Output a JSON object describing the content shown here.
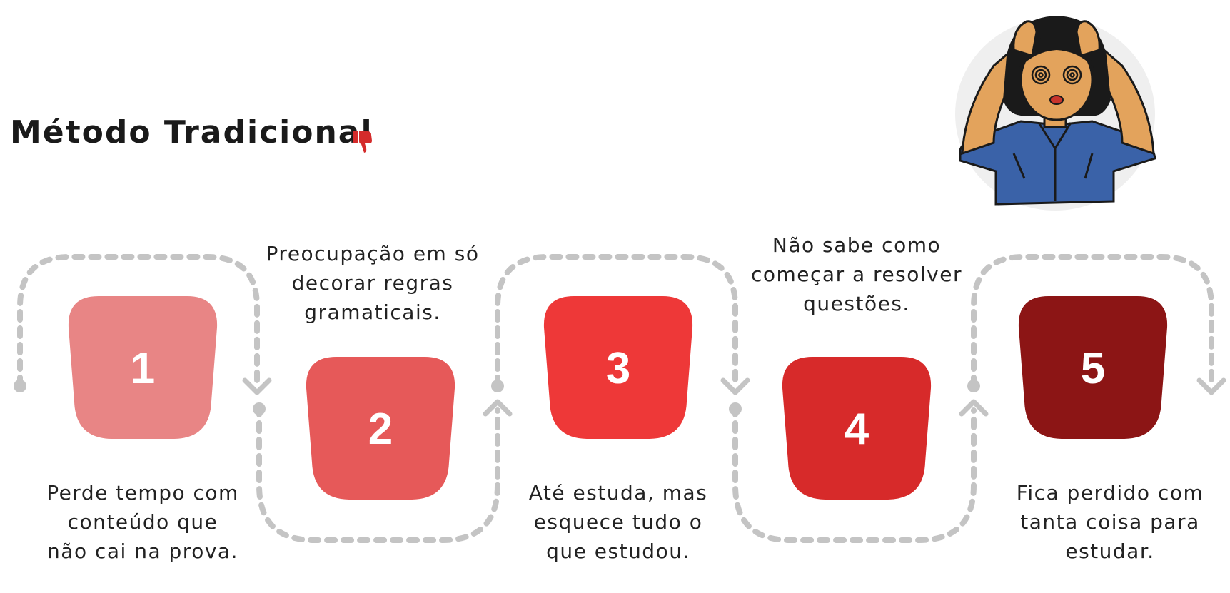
{
  "title": "Método Tradicional",
  "title_icon": "thumbs-down-icon",
  "illustration": "stressed-person-illustration",
  "colors": {
    "text": "#1a1a1a",
    "path": "#c4c4c4",
    "thumb": "#d42b2b",
    "step1": "#e88585",
    "step2": "#e65959",
    "step3": "#ee3838",
    "step4": "#d72a2a",
    "step5": "#8c1515"
  },
  "steps": [
    {
      "number": "1",
      "lines": [
        "Perde tempo com",
        "conteúdo que",
        "não cai na prova."
      ]
    },
    {
      "number": "2",
      "lines": [
        "Preocupação em só",
        "decorar regras",
        "gramaticais."
      ]
    },
    {
      "number": "3",
      "lines": [
        "Até estuda, mas",
        "esquece tudo o",
        "que estudou."
      ]
    },
    {
      "number": "4",
      "lines": [
        "Não sabe como",
        "começar a resolver",
        "questões."
      ]
    },
    {
      "number": "5",
      "lines": [
        "Fica perdido com",
        "tanta coisa para",
        "estudar."
      ]
    }
  ]
}
